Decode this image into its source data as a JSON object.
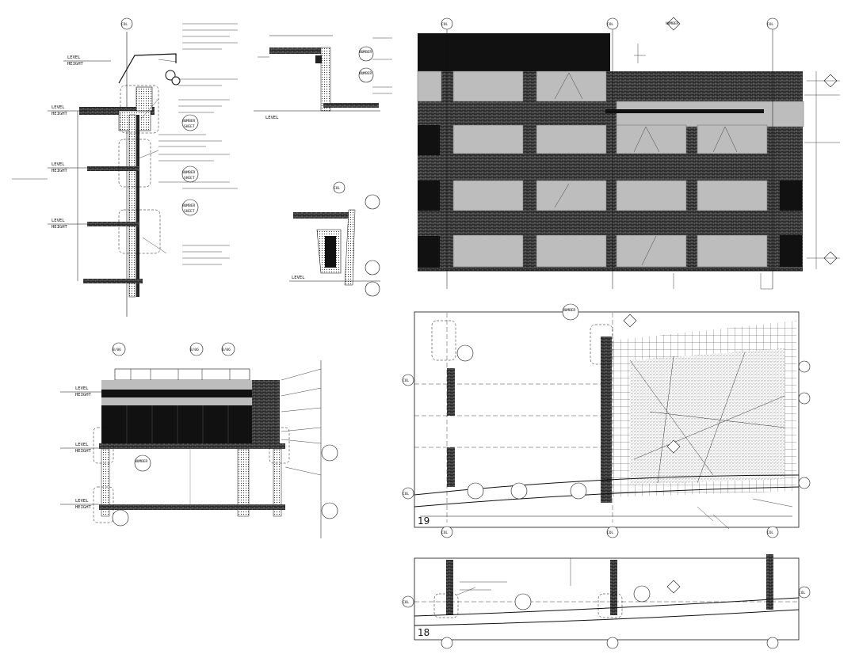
{
  "bubble_text": "COL",
  "sheet_tag": "NUMBER",
  "sheet_tag_2": "SHEET",
  "level_label": "LEVEL",
  "height_label": "HEIGHT",
  "detail_19_number": "19",
  "detail_18_number": "18",
  "elevation_top_bubbles": [
    "COL",
    "COL",
    "COL"
  ],
  "elevation_number_tag": "NUMBER",
  "lower_section_tags": [
    "B/06",
    "B/06",
    "B/06"
  ]
}
